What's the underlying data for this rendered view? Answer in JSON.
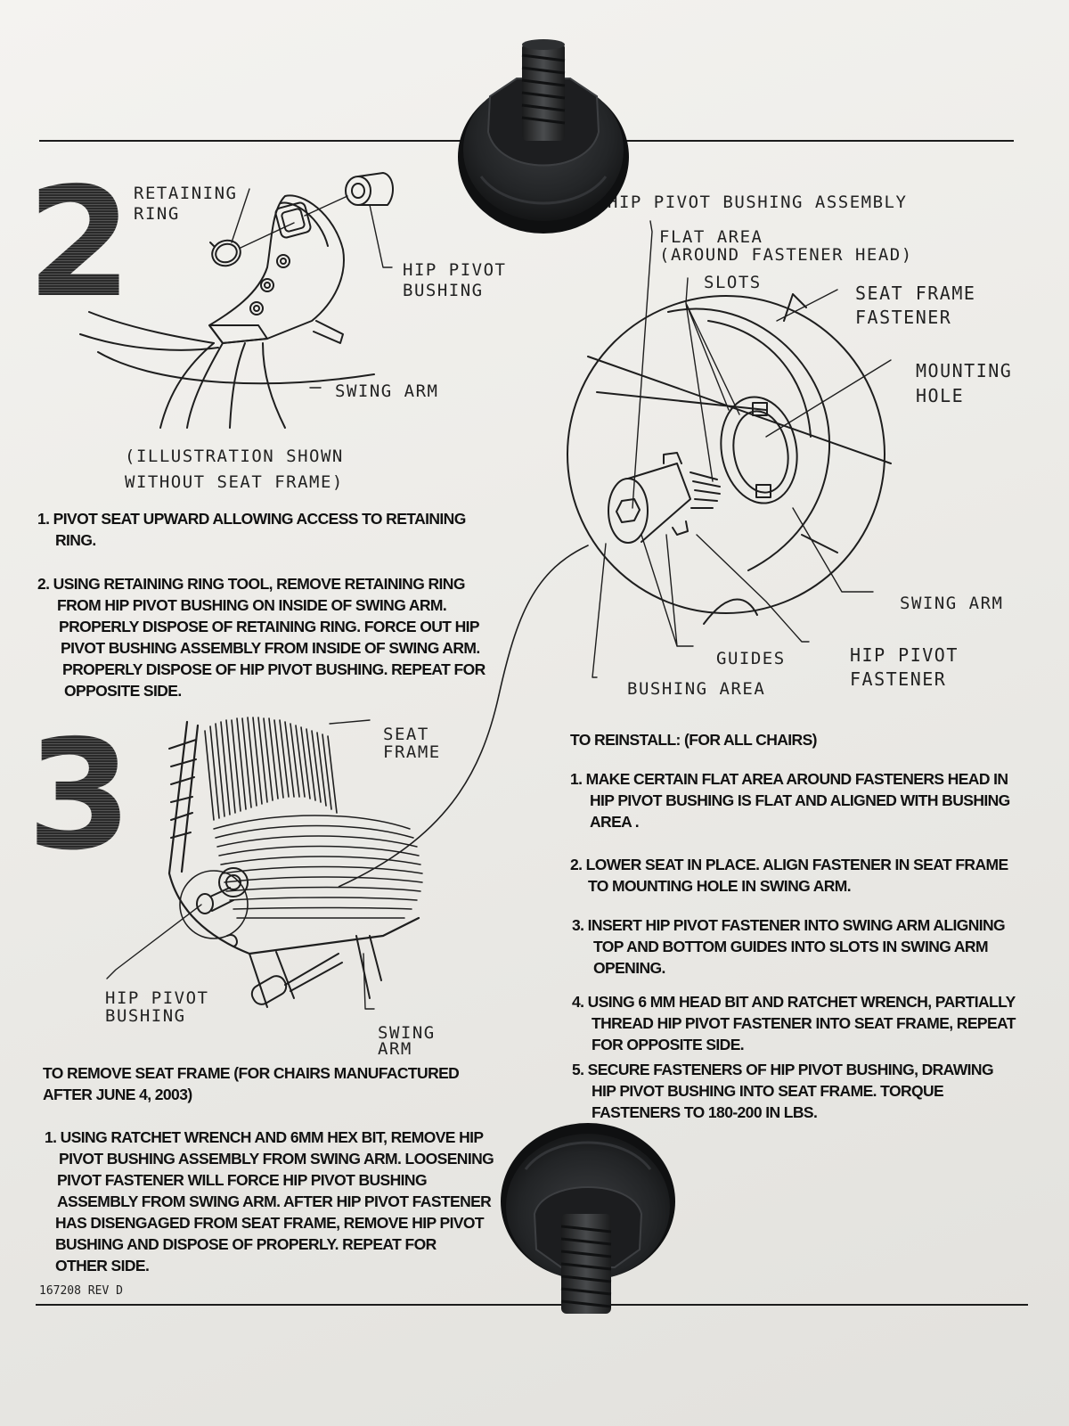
{
  "step2": {
    "number": "2",
    "labels": {
      "retaining_ring": [
        "RETAINING",
        "RING"
      ],
      "hip_pivot_bushing": [
        "HIP PIVOT",
        "BUSHING"
      ],
      "swing_arm": "SWING ARM",
      "illustration_note": [
        "(ILLUSTRATION SHOWN",
        "WITHOUT SEAT FRAME)"
      ]
    },
    "instructions": [
      [
        "1. PIVOT SEAT UPWARD ALLOWING ACCESS TO RETAINING",
        "RING."
      ],
      [
        "2. USING RETAINING RING TOOL, REMOVE RETAINING RING",
        "FROM HIP PIVOT BUSHING ON INSIDE OF SWING ARM.",
        "PROPERLY DISPOSE OF RETAINING RING. FORCE OUT HIP",
        "PIVOT BUSHING ASSEMBLY FROM  INSIDE OF SWING ARM.",
        "PROPERLY DISPOSE OF HIP PIVOT BUSHING. REPEAT FOR",
        "OPPOSITE SIDE."
      ]
    ]
  },
  "detail": {
    "labels": {
      "hip_pivot_bushing_assembly": "HIP PIVOT BUSHING ASSEMBLY",
      "flat_area": [
        "FLAT AREA",
        "(AROUND FASTENER HEAD)"
      ],
      "slots": "SLOTS",
      "seat_frame_fastener": [
        "SEAT FRAME",
        "FASTENER"
      ],
      "mounting_hole": [
        "MOUNTING",
        "HOLE"
      ],
      "swing_arm": "SWING ARM",
      "guides": "GUIDES",
      "hip_pivot_fastener": [
        "HIP PIVOT",
        "FASTENER"
      ],
      "bushing_area": "BUSHING AREA"
    }
  },
  "step3": {
    "number": "3",
    "labels": {
      "seat_frame": [
        "SEAT",
        "FRAME"
      ],
      "hip_pivot_bushing": [
        "HIP PIVOT",
        "BUSHING"
      ],
      "swing_arm": [
        "SWING",
        "ARM"
      ]
    },
    "remove_heading": [
      "TO REMOVE SEAT FRAME (FOR CHAIRS MANUFACTURED",
      "AFTER JUNE 4, 2003)"
    ],
    "remove_instructions": [
      [
        "1. USING RATCHET WRENCH AND 6MM HEX BIT, REMOVE HIP",
        "PIVOT BUSHING ASSEMBLY FROM SWING ARM. LOOSENING",
        "PIVOT FASTENER WILL FORCE HIP PIVOT BUSHING",
        "ASSEMBLY FROM SWING ARM. AFTER HIP PIVOT FASTENER",
        "HAS DISENGAGED FROM SEAT FRAME, REMOVE HIP PIVOT",
        "BUSHING AND DISPOSE OF PROPERLY. REPEAT FOR",
        "OTHER SIDE."
      ]
    ]
  },
  "reinstall": {
    "heading": "TO REINSTALL: (FOR ALL CHAIRS)",
    "instructions": [
      [
        "1. MAKE CERTAIN FLAT AREA AROUND FASTENERS HEAD IN",
        "HIP PIVOT BUSHING IS FLAT AND ALIGNED WITH BUSHING",
        "AREA ."
      ],
      [
        "2. LOWER SEAT IN PLACE. ALIGN FASTENER IN SEAT FRAME",
        "TO MOUNTING HOLE IN SWING ARM."
      ],
      [
        "3. INSERT HIP PIVOT FASTENER INTO SWING ARM ALIGNING",
        "TOP AND BOTTOM GUIDES INTO SLOTS IN SWING ARM",
        "OPENING."
      ],
      [
        "4. USING 6 MM HEAD BIT AND RATCHET WRENCH, PARTIALLY",
        "THREAD HIP PIVOT FASTENER INTO SEAT FRAME, REPEAT",
        "FOR OPPOSITE SIDE."
      ],
      [
        "5. SECURE FASTENERS OF HIP PIVOT BUSHING, DRAWING",
        "HIP PIVOT BUSHING INTO SEAT FRAME. TORQUE",
        "FASTENERS TO 180-200 IN LBS."
      ]
    ]
  },
  "footer": {
    "doc_number": "167208 REV D"
  },
  "colors": {
    "paper": "#efeeeb",
    "ink": "#111111",
    "bushing_plastic": "#2a2c2e"
  },
  "icons": [
    "hip-pivot-bushing-photo-top",
    "hip-pivot-bushing-photo-bottom"
  ]
}
